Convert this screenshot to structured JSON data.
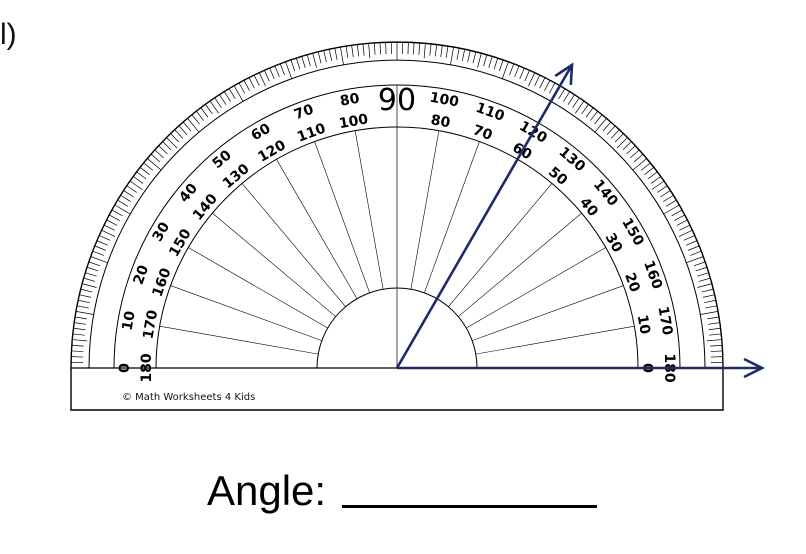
{
  "question": {
    "number_label": "l)"
  },
  "protractor": {
    "center_label": "90",
    "outer_scale_labels": [
      "0",
      "10",
      "20",
      "30",
      "40",
      "50",
      "60",
      "70",
      "80",
      "100",
      "110",
      "120",
      "130",
      "140",
      "150",
      "160",
      "170",
      "180"
    ],
    "inner_scale_labels": [
      "180",
      "170",
      "160",
      "150",
      "140",
      "130",
      "120",
      "110",
      "100",
      "80",
      "70",
      "60",
      "50",
      "40",
      "30",
      "20",
      "10",
      "0"
    ],
    "copyright": "© Math Worksheets 4 Kids",
    "tick_step_degrees": 1,
    "spoke_step_degrees": 10
  },
  "angle_rays": {
    "color": "#1f2a6b",
    "ray_directions_degrees": [
      0,
      60
    ]
  },
  "answer": {
    "label": "Angle:"
  }
}
